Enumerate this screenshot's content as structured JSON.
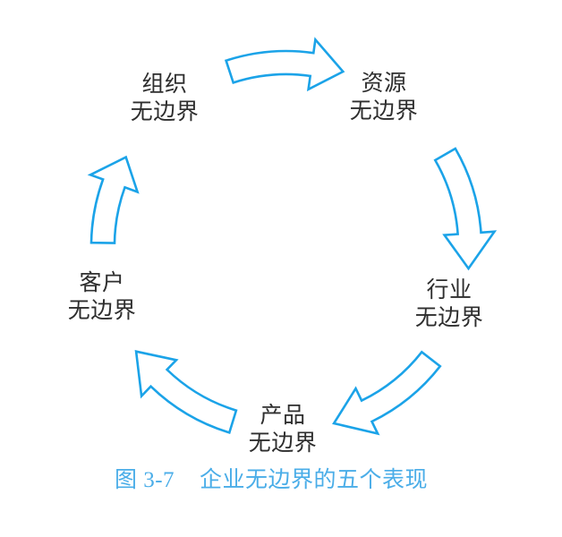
{
  "figure": {
    "caption_label": "图 3-7",
    "caption_title": "企业无边界的五个表现"
  },
  "nodes": [
    {
      "id": "organization",
      "line1": "组织",
      "line2": "无边界"
    },
    {
      "id": "resource",
      "line1": "资源",
      "line2": "无边界"
    },
    {
      "id": "industry",
      "line1": "行业",
      "line2": "无边界"
    },
    {
      "id": "product",
      "line1": "产品",
      "line2": "无边界"
    },
    {
      "id": "customer",
      "line1": "客户",
      "line2": "无边界"
    }
  ],
  "cycle_order": [
    "组织无边界",
    "资源无边界",
    "行业无边界",
    "产品无边界",
    "客户无边界"
  ],
  "colors": {
    "arrow_stroke": "#1ba3e8",
    "arrow_fill": "#ffffff",
    "caption_text": "#4aade8",
    "label_text": "#2e2e2e",
    "background": "#ffffff"
  }
}
